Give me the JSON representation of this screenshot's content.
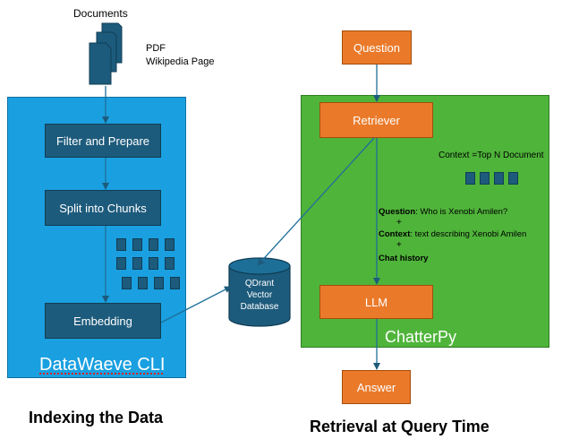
{
  "documents": {
    "label": "Documents",
    "types": [
      "PDF",
      "Wikipedia Page"
    ],
    "icon": "document-stack-icon"
  },
  "indexing": {
    "panel_title": "DataWaeve CLI",
    "steps": [
      "Filter and Prepare",
      "Split into Chunks",
      "Embedding"
    ],
    "caption": "Indexing the Data",
    "color": "#1aa0e0",
    "step_color": "#1d5b7c"
  },
  "database": {
    "lines": [
      "QDrant",
      "Vector",
      "Database"
    ],
    "icon": "database-cylinder-icon"
  },
  "retrieval": {
    "panel_title": "ChatterPy",
    "question": "Question",
    "retriever": "Retriever",
    "context_note": "Context =Top N Document",
    "llm": "LLM",
    "answer": "Answer",
    "caption": "Retrieval at Query Time",
    "color": "#4fb43a",
    "accent": "#ea7a2a"
  },
  "prompt": {
    "question_label": "Question",
    "question_text": ": Who is Xenobi Amilen?",
    "plus": "+",
    "context_label": "Context",
    "context_text": ": text describing Xenobi Amilen",
    "history_label": "Chat history"
  }
}
